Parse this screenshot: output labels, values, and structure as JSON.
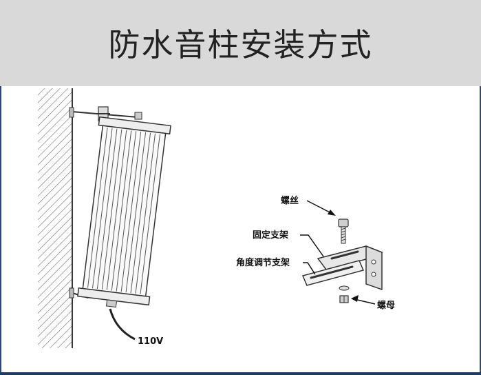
{
  "title": "防水音柱安装方式",
  "labels": {
    "screw": "螺丝",
    "fixed_bracket": "固定支架",
    "angle_bracket": "角度调节支架",
    "nut": "螺母",
    "voltage": "110V"
  }
}
